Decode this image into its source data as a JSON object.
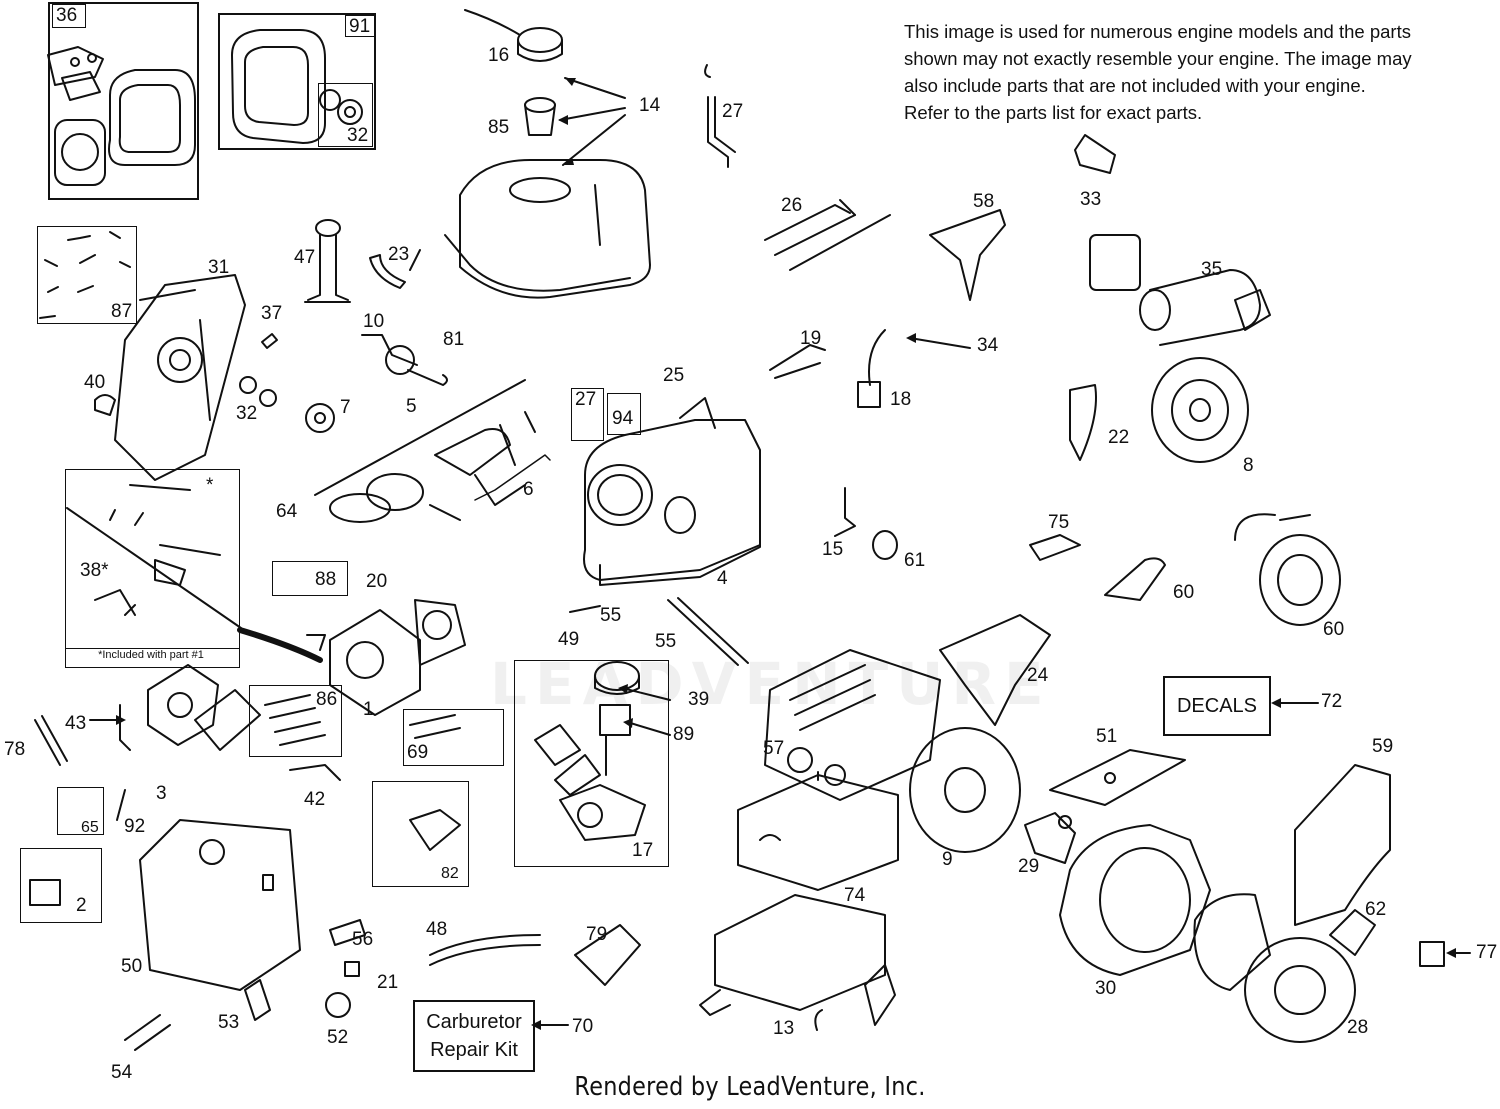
{
  "disclaimer": [
    "This image is used for numerous engine models and the parts",
    "shown may not exactly resemble your engine. The image may",
    "also include parts that are not included with your engine.",
    "Refer to the parts list for exact parts."
  ],
  "kit_note": "*Included with part #1",
  "decals_label": "DECALS",
  "carb_kit_label_line1": "Carburetor",
  "carb_kit_label_line2": "Repair Kit",
  "footer": "Rendered by LeadVenture, Inc.",
  "watermark": "LEADVENTURE",
  "callouts": {
    "c36": "36",
    "c91": "91",
    "c32a": "32",
    "c16": "16",
    "c14": "14",
    "c85": "85",
    "c27a": "27",
    "c26": "26",
    "c58": "58",
    "c33": "33",
    "c35": "35",
    "c31": "31",
    "c87": "87",
    "c47": "47",
    "c23": "23",
    "c37": "37",
    "c10": "10",
    "c81": "81",
    "c40": "40",
    "c32b": "32",
    "c7": "7",
    "c5": "5",
    "c19": "19",
    "c34": "34",
    "c18": "18",
    "c25": "25",
    "c27b": "27",
    "c94": "94",
    "c22": "22",
    "c8": "8",
    "c6": "6",
    "c64": "64",
    "c38": "38*",
    "c88": "88",
    "c20": "20",
    "c15": "15",
    "c61": "61",
    "c75": "75",
    "c4": "4",
    "c55a": "55",
    "c55b": "55",
    "c49": "49",
    "c60a": "60",
    "c60b": "60",
    "c86": "86",
    "c1": "1",
    "c39": "39",
    "c89": "89",
    "c24": "24",
    "c72": "72",
    "c59": "59",
    "c51": "51",
    "c78": "78",
    "c43": "43",
    "c69": "69",
    "c57": "57",
    "c3": "3",
    "c42": "42",
    "c92": "92",
    "c65": "65",
    "c17": "17",
    "c9": "9",
    "c29": "29",
    "c82": "82",
    "c74": "74",
    "c2": "2",
    "c62": "62",
    "c77": "77",
    "c50": "50",
    "c56": "56",
    "c48": "48",
    "c79": "79",
    "c21": "21",
    "c30": "30",
    "c53": "53",
    "c52": "52",
    "c70": "70",
    "c13": "13",
    "c28": "28",
    "c54": "54",
    "star": "*"
  }
}
